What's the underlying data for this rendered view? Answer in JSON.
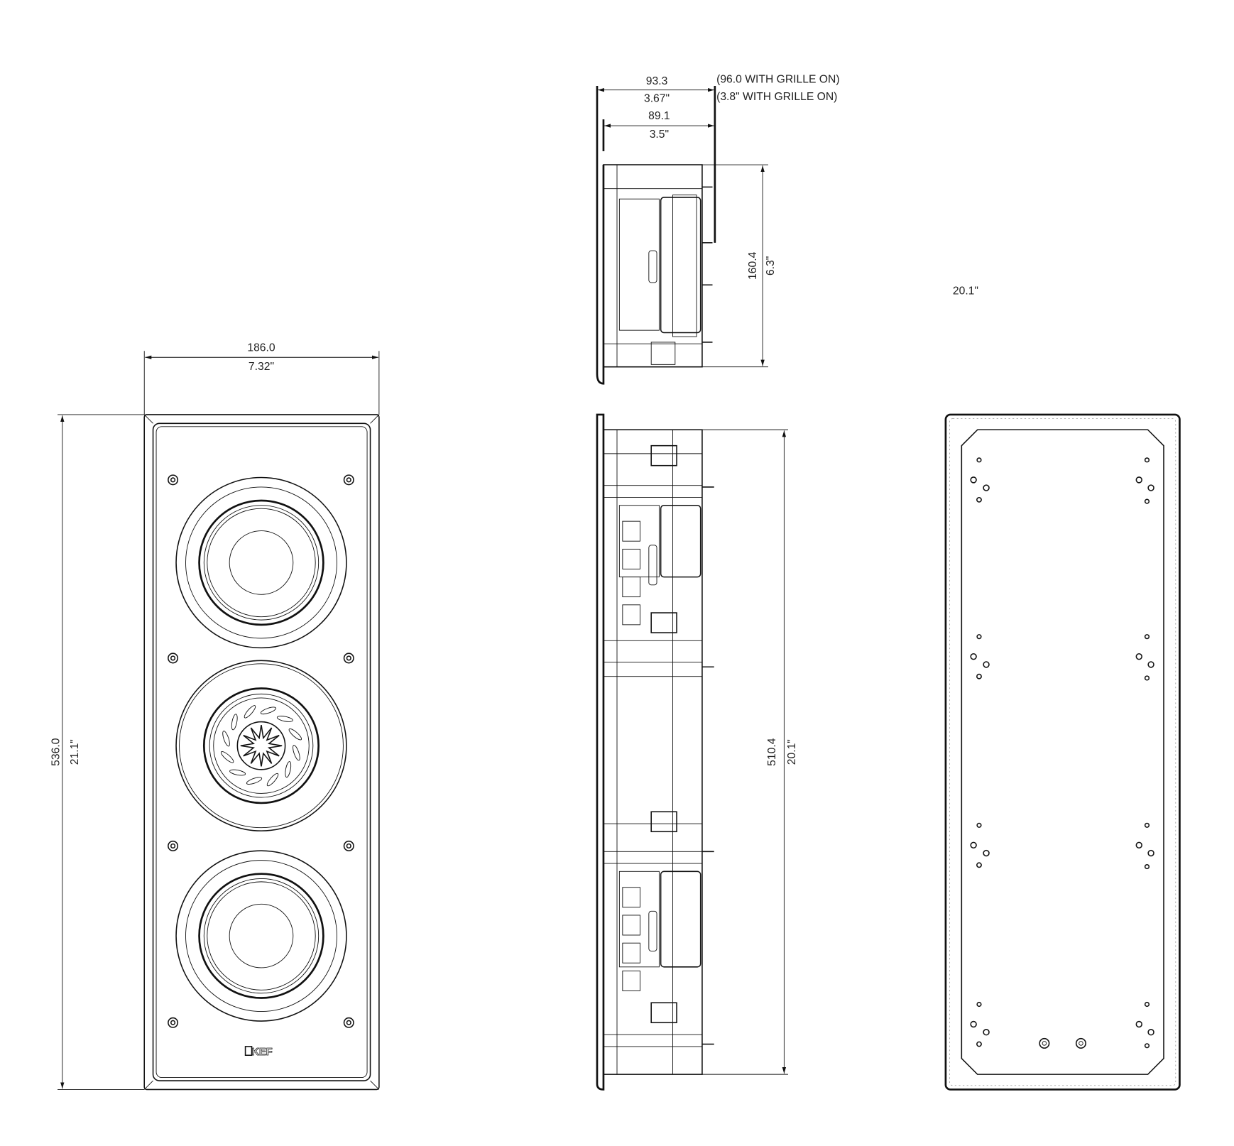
{
  "front_view": {
    "width_mm": "186.0",
    "width_in": "7.32\"",
    "height_mm": "536.0",
    "height_in": "21.1\"",
    "logo": "KEF"
  },
  "side_view_top": {
    "depth_mm": "93.3",
    "depth_in": "3.67\"",
    "depth_grille_mm": "(96.0 WITH GRILLE ON)",
    "depth_grille_in": "(3.8\" WITH GRILLE ON)",
    "inner_depth_mm": "89.1",
    "inner_depth_in": "3.5\"",
    "height_mm": "160.4",
    "height_in": "6.3\""
  },
  "side_view_full": {
    "height_mm": "510.4",
    "height_in": "20.1\""
  },
  "stray_label": "20.1\""
}
